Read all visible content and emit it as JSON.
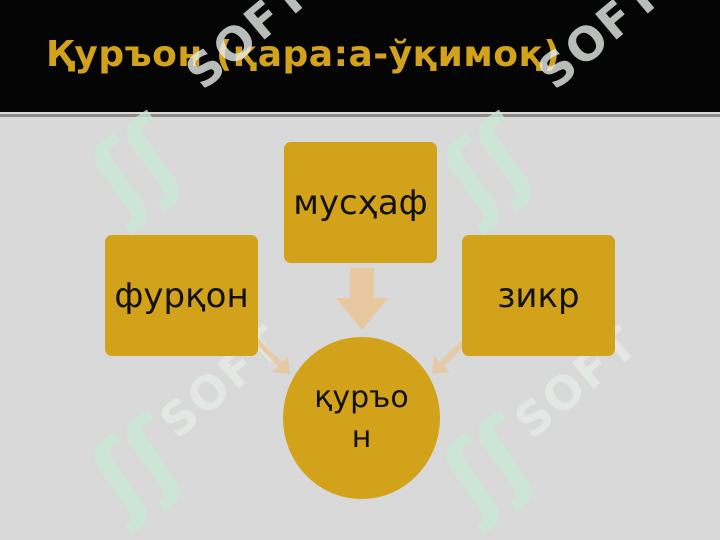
{
  "slide": {
    "title": "Қуръон (қара:а-ўқимоқ)",
    "title_color": "#d1a21a",
    "background_color": "#d9d9d9",
    "header_color": "#050505"
  },
  "diagram": {
    "node_color": "#d1a21a",
    "arrow_color": "#e8c79c",
    "nodes": {
      "top": "мусҳаф",
      "left": "фурқон",
      "right": "зикр",
      "center": "қуръон"
    }
  },
  "watermark": {
    "word": "SOFT",
    "mark": "ʃʃ",
    "mark_color": "#c9ead6"
  }
}
